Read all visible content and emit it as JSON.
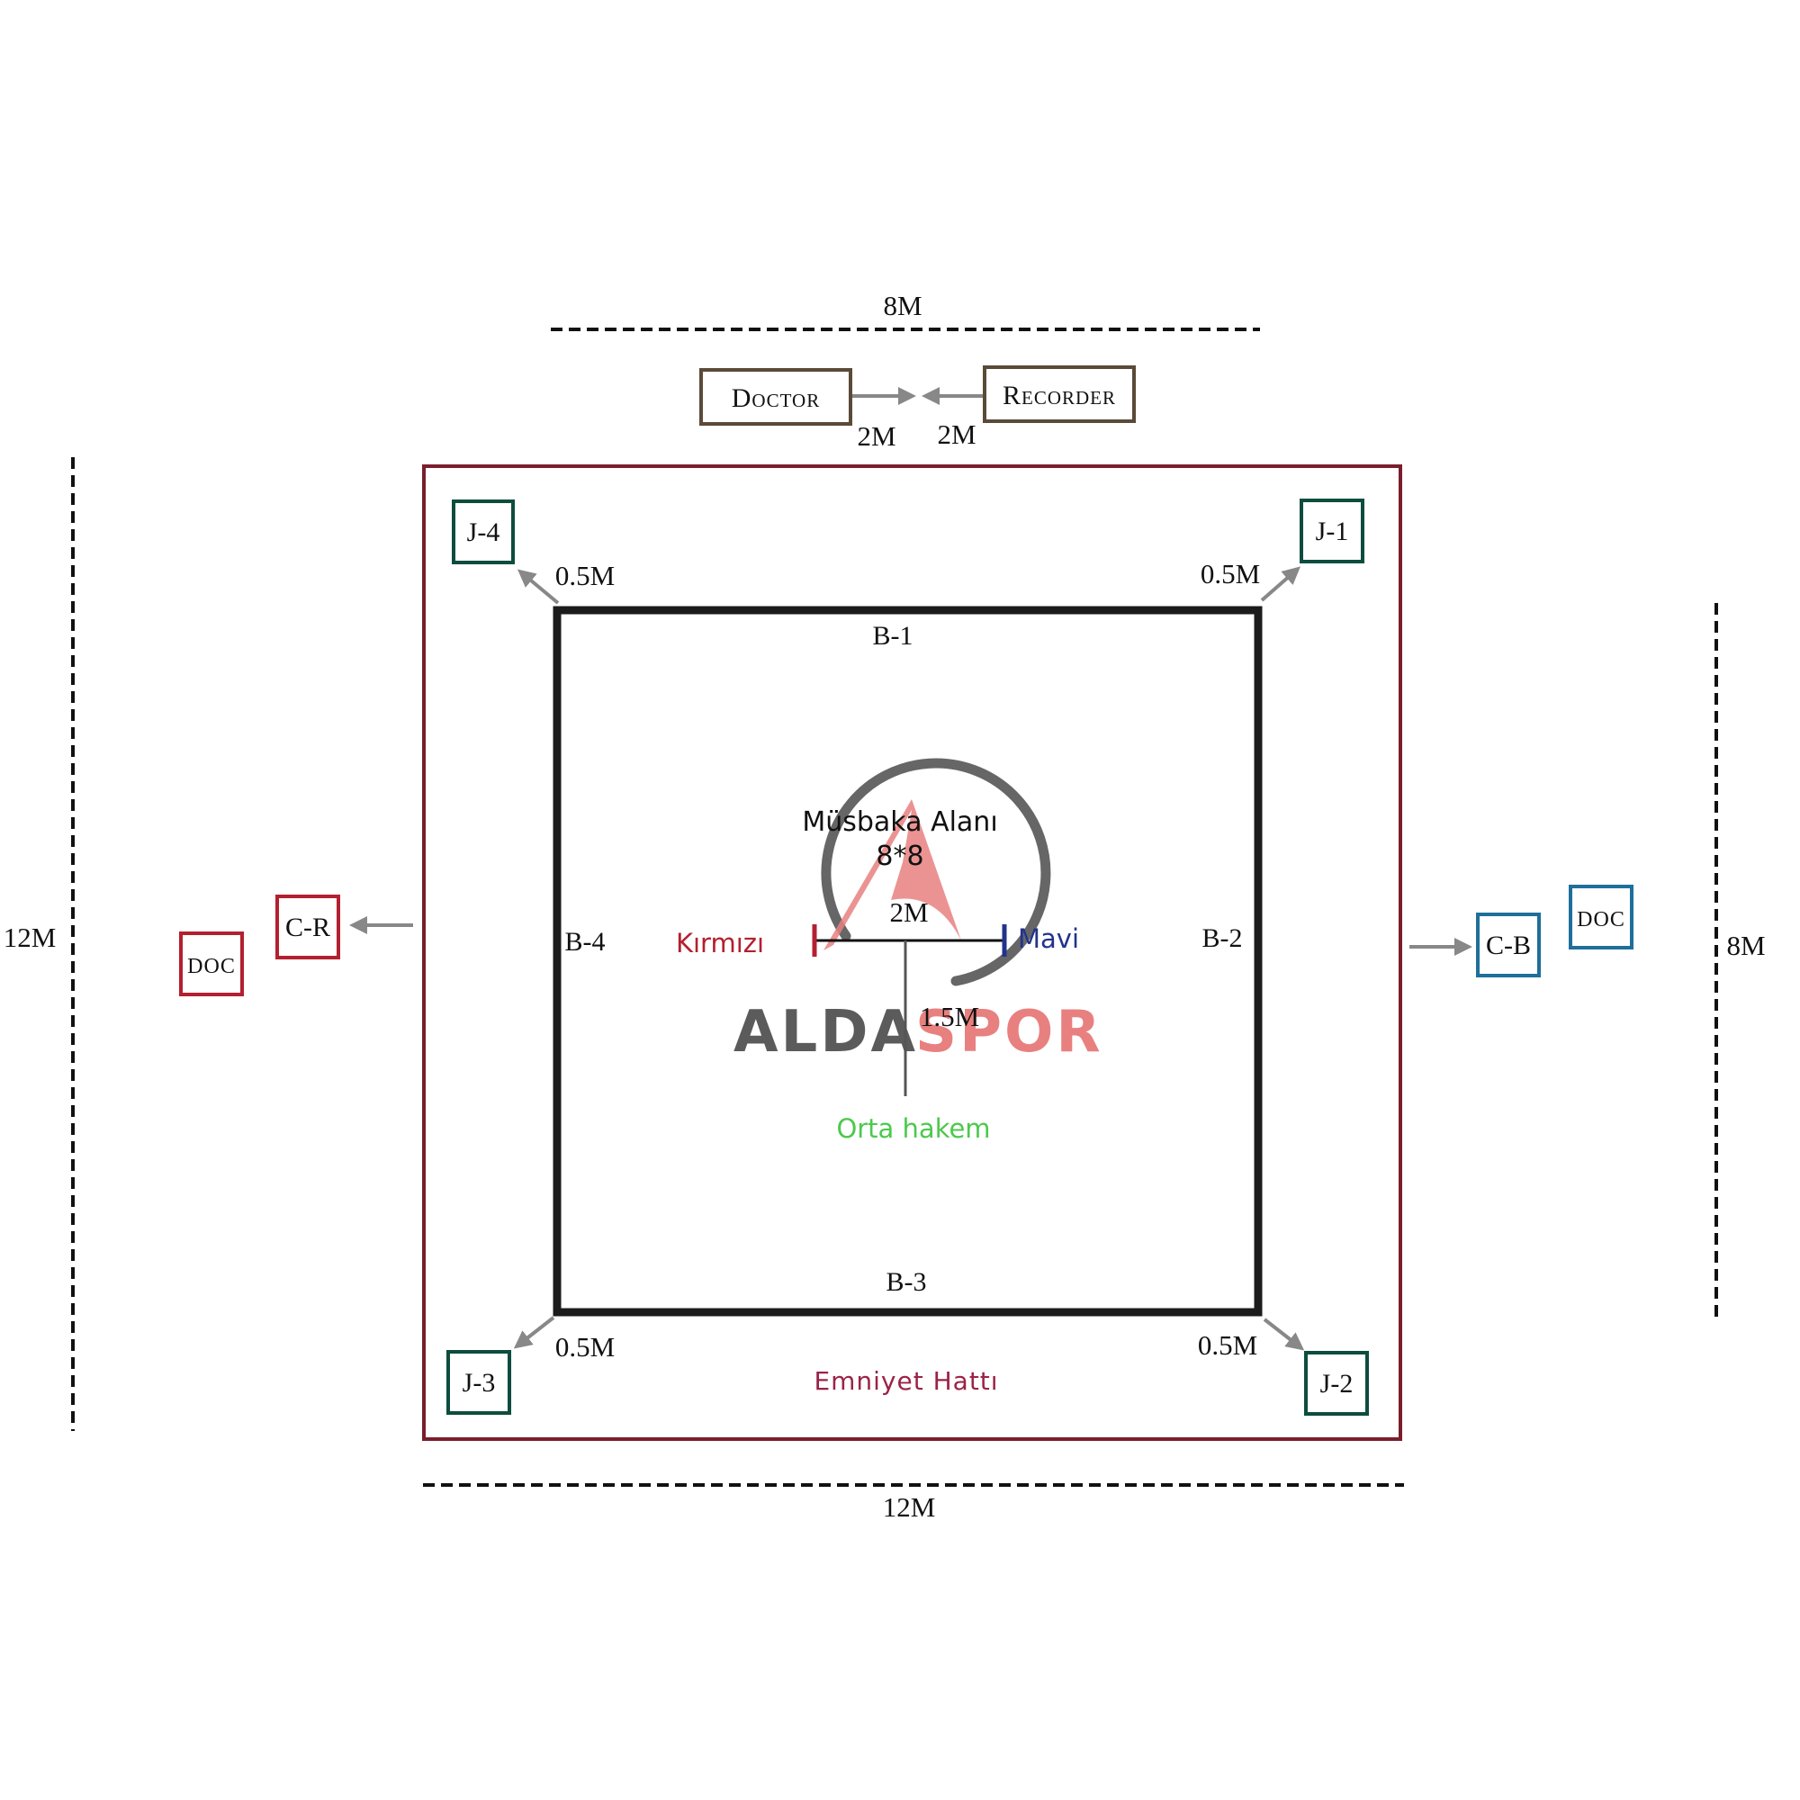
{
  "dimensions": {
    "top_width": "8M",
    "left_height": "12M",
    "right_height": "8M",
    "bottom_width": "12M"
  },
  "officials": {
    "doctor": "Doctor",
    "recorder": "Recorder",
    "doctor_gap": "2M",
    "recorder_gap": "2M",
    "coach_red": "C-R",
    "coach_blue": "C-B",
    "doc_left": "DOC",
    "doc_right": "DOC"
  },
  "judges": {
    "j1": "J-1",
    "j2": "J-2",
    "j3": "J-3",
    "j4": "J-4",
    "offset_j4": "0.5M",
    "offset_j1": "0.5M",
    "offset_j3": "0.5M",
    "offset_j2": "0.5M"
  },
  "ring": {
    "side_b1": "B-1",
    "side_b2": "B-2",
    "side_b3": "B-3",
    "side_b4": "B-4",
    "area_title": "Müsbaka Alanı",
    "area_size": "8*8",
    "red_label": "Kırmızı",
    "blue_label": "Mavi",
    "fighter_gap": "2M",
    "referee_gap": "1.5M",
    "referee_label": "Orta hakem",
    "safety_line": "Emniyet Hattı"
  },
  "logo": {
    "word_left": "ALDA",
    "word_right": "SPOR"
  },
  "colors": {
    "safety_border": "#7a1e2c",
    "judge_box": "#0d4d3e",
    "red_corner": "#b3202f",
    "blue_corner": "#1e6f9a",
    "official_box": "#5a4a38",
    "referee_text": "#4cc94c",
    "blue_text": "#22338c",
    "logo_gray": "#5b5b5b",
    "logo_pink": "#e88080"
  }
}
